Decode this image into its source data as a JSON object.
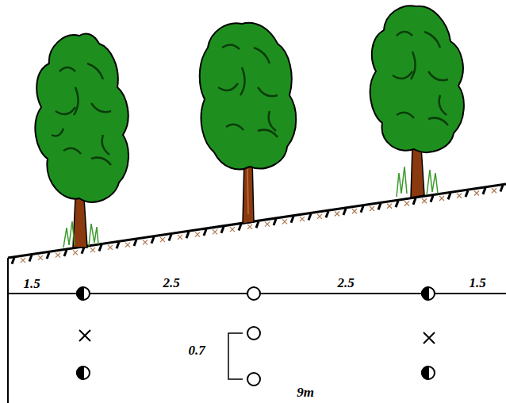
{
  "diagram": {
    "labels": [
      "1.5",
      "2.5",
      "2.5",
      "1.5",
      "0.7",
      "9m"
    ]
  }
}
